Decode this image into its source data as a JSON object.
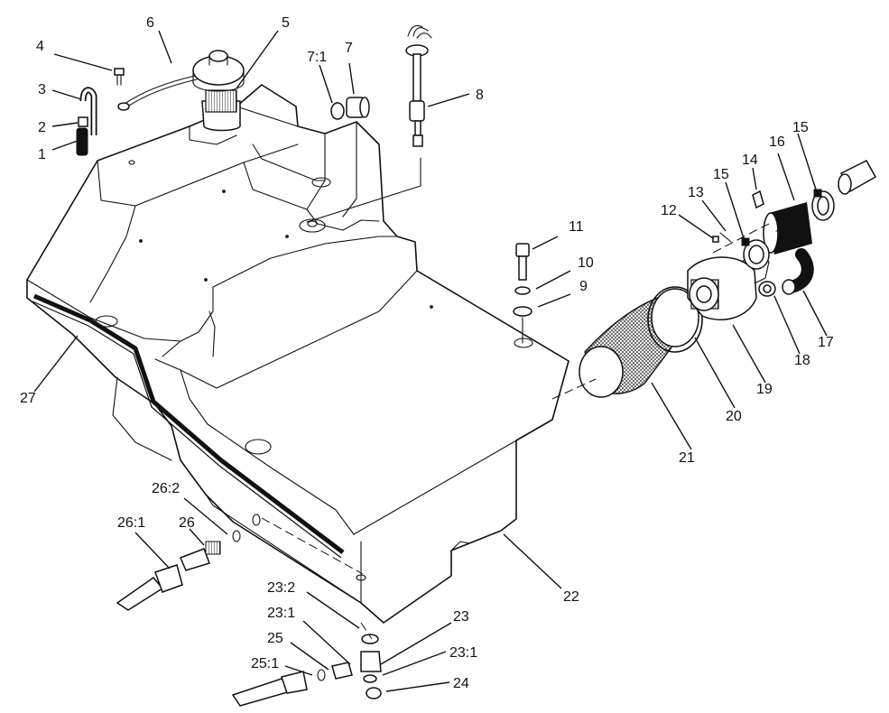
{
  "diagram": {
    "callouts": {
      "c1": "1",
      "c2": "2",
      "c3": "3",
      "c4": "4",
      "c5": "5",
      "c6": "6",
      "c7_1": "7:1",
      "c7": "7",
      "c8": "8",
      "c9": "9",
      "c10": "10",
      "c11": "11",
      "c12": "12",
      "c13": "13",
      "c14": "14",
      "c15a": "15",
      "c15b": "15",
      "c16": "16",
      "c17": "17",
      "c18": "18",
      "c19": "19",
      "c20": "20",
      "c21": "21",
      "c22": "22",
      "c23": "23",
      "c23_1a": "23:1",
      "c23_1b": "23:1",
      "c23_2": "23:2",
      "c24": "24",
      "c25": "25",
      "c25_1": "25:1",
      "c26": "26",
      "c26_1": "26:1",
      "c26_2": "26:2",
      "c27": "27"
    },
    "colors": {
      "ink": "#111111",
      "paper": "#ffffff"
    }
  }
}
